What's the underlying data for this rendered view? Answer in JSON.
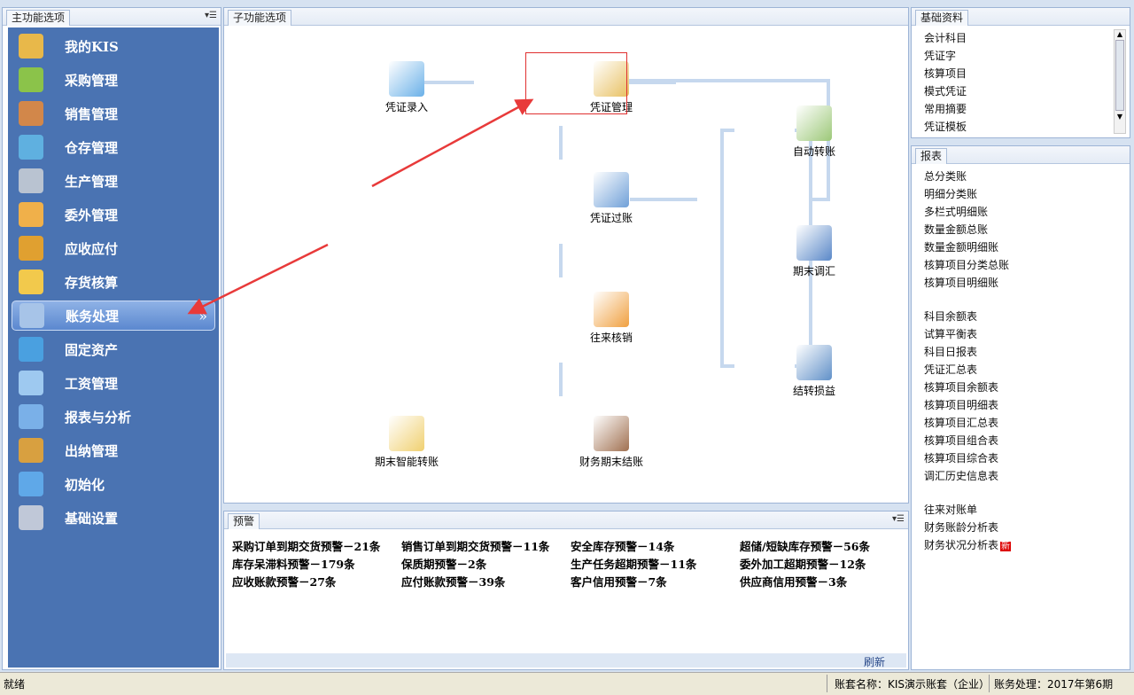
{
  "left": {
    "title": "主功能选项",
    "items": [
      {
        "label": "我的KIS",
        "color": "#e8b84a"
      },
      {
        "label": "采购管理",
        "color": "#8bc34a"
      },
      {
        "label": "销售管理",
        "color": "#d2874a"
      },
      {
        "label": "仓存管理",
        "color": "#5fb0e0"
      },
      {
        "label": "生产管理",
        "color": "#b9c3d1"
      },
      {
        "label": "委外管理",
        "color": "#f0b04a"
      },
      {
        "label": "应收应付",
        "color": "#e0a030"
      },
      {
        "label": "存货核算",
        "color": "#f2c94c"
      },
      {
        "label": "账务处理",
        "color": "#a7c4e8",
        "active": true
      },
      {
        "label": "固定资产",
        "color": "#4aa0e0"
      },
      {
        "label": "工资管理",
        "color": "#9ec9f0"
      },
      {
        "label": "报表与分析",
        "color": "#7ab0e8"
      },
      {
        "label": "出纳管理",
        "color": "#d8a040"
      },
      {
        "label": "初始化",
        "color": "#5fa8e8"
      },
      {
        "label": "基础设置",
        "color": "#c0c8d8"
      }
    ],
    "chevron": "»"
  },
  "center": {
    "title": "子功能选项",
    "flow": [
      {
        "label": "凭证录入",
        "icon": "voucher-entry-icon",
        "color": "#6ab0e8"
      },
      {
        "label": "凭证管理",
        "icon": "voucher-manage-icon",
        "color": "#e8c060",
        "highlighted": true
      },
      {
        "label": "自动转账",
        "icon": "auto-transfer-icon",
        "color": "#9cc878"
      },
      {
        "label": "凭证过账",
        "icon": "voucher-post-icon",
        "color": "#70a0d8"
      },
      {
        "label": "期末调汇",
        "icon": "exchange-adjust-icon",
        "color": "#5a88c8"
      },
      {
        "label": "往来核销",
        "icon": "write-off-icon",
        "color": "#f0a040"
      },
      {
        "label": "结转损益",
        "icon": "profit-loss-icon",
        "color": "#6090c8"
      },
      {
        "label": "期末智能转账",
        "icon": "smart-transfer-icon",
        "color": "#f0d070"
      },
      {
        "label": "财务期末结账",
        "icon": "period-close-icon",
        "color": "#a07050"
      }
    ]
  },
  "warn": {
    "title": "预警",
    "items": [
      "采购订单到期交货预警－21条",
      "销售订单到期交货预警－11条",
      "安全库存预警－14条",
      "超储/短缺库存预警－56条",
      "库存呆滞料预警－179条",
      "保质期预警－2条",
      "生产任务超期预警－11条",
      "委外加工超期预警－12条",
      "应收账款预警－27条",
      "应付账款预警－39条",
      "客户信用预警－7条",
      "供应商信用预警－3条"
    ],
    "refresh": "刷新"
  },
  "basic": {
    "title": "基础资料",
    "items": [
      "会计科目",
      "凭证字",
      "核算项目",
      "模式凭证",
      "常用摘要",
      "凭证模板"
    ]
  },
  "reports": {
    "title": "报表",
    "groups": [
      [
        "总分类账",
        "明细分类账",
        "多栏式明细账",
        "数量金额总账",
        "数量金额明细账",
        "核算项目分类总账",
        "核算项目明细账"
      ],
      [
        "科目余额表",
        "试算平衡表",
        "科目日报表",
        "凭证汇总表",
        "核算项目余额表",
        "核算项目明细表",
        "核算项目汇总表",
        "核算项目组合表",
        "核算项目综合表",
        "调汇历史信息表"
      ],
      [
        "往来对账单",
        "财务账龄分析表",
        "财务状况分析表"
      ]
    ],
    "new_badge": "新"
  },
  "status": {
    "ready": "就绪",
    "account": "账套名称：KIS演示账套（企业）",
    "period": "账务处理：2017年第6期"
  },
  "colors": {
    "sidebar": "#4a73b2",
    "highlight": "#e03030",
    "flow_arrow": "#c6d8ee"
  }
}
